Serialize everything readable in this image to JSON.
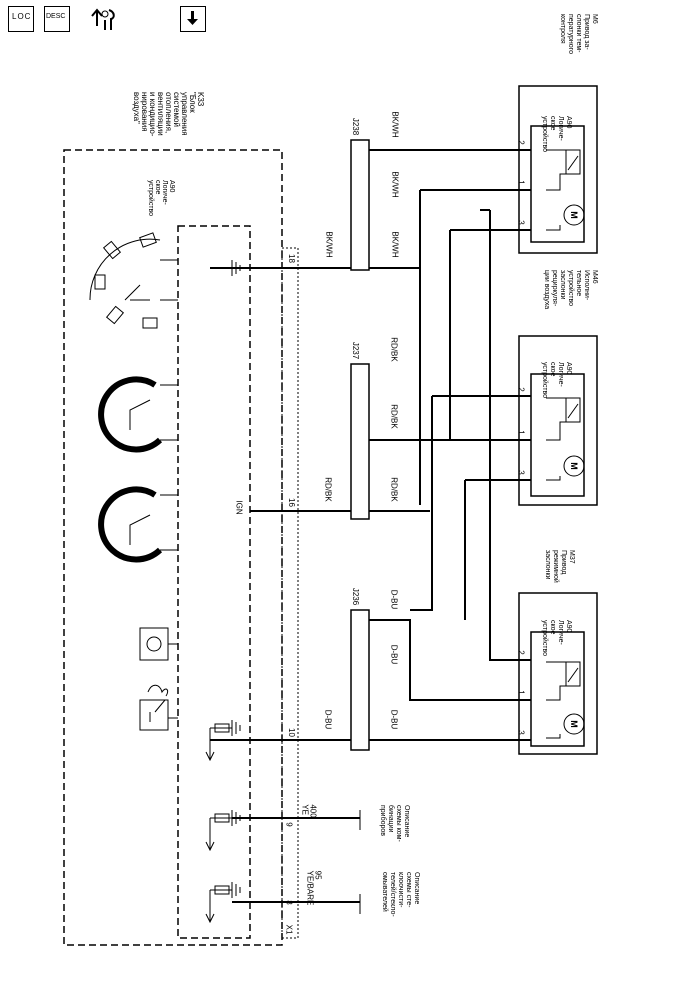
{
  "toolbar": {
    "loc_label": "LOC",
    "desc_label": "DESC",
    "icons": [
      "loc-icon",
      "desc-icon",
      "sensor-tools-icon",
      "download-arrow-icon"
    ]
  },
  "modules": {
    "k33": {
      "label": "K33\n\"Блок\nуправления\nсистемой\nотопления,\nвентиляции\nи кондицио-\nнирования\nвоздуха\""
    },
    "a90_inner": {
      "label": "A90\nЛогиче-\nское\nустройство"
    },
    "x1": "X1",
    "m6": {
      "label": "M6\nПривод за-\nслонки тем-\nпературного\nконтроля",
      "logic": "A90\nЛогиче-\nское\nустройство"
    },
    "m46": {
      "label": "M46\nИсполни-\nтельное\nустройство\nзаслонки\nрециркуля-\nции воздуха",
      "logic": "A90\nЛогиче-\nское\nустройство"
    },
    "m37": {
      "label": "M37\nПривод\nрежимной\nзаслонки",
      "logic": "A90\nЛогиче-\nское\nустройство"
    }
  },
  "splices": [
    "J238",
    "J237",
    "J236"
  ],
  "pins": {
    "k33": [
      "18",
      "16",
      "10",
      "9",
      "8"
    ],
    "actuator": [
      "2",
      "1",
      "3"
    ],
    "ign": "IGN"
  },
  "wires": {
    "bk_wh": "BK/WH",
    "rd_bk": "RD/BK",
    "d_bu": "D-BU",
    "w400": "400\nYE",
    "w95": "95\nYE/BARE"
  },
  "notes": {
    "gauges": "Описание\nсхемы ком-\nбинации\nприборов",
    "wipers": "Описание\nсхемы сте-\nклоочисти-\nтелей/стекло-\nомывателей"
  },
  "motor_symbol": "M"
}
